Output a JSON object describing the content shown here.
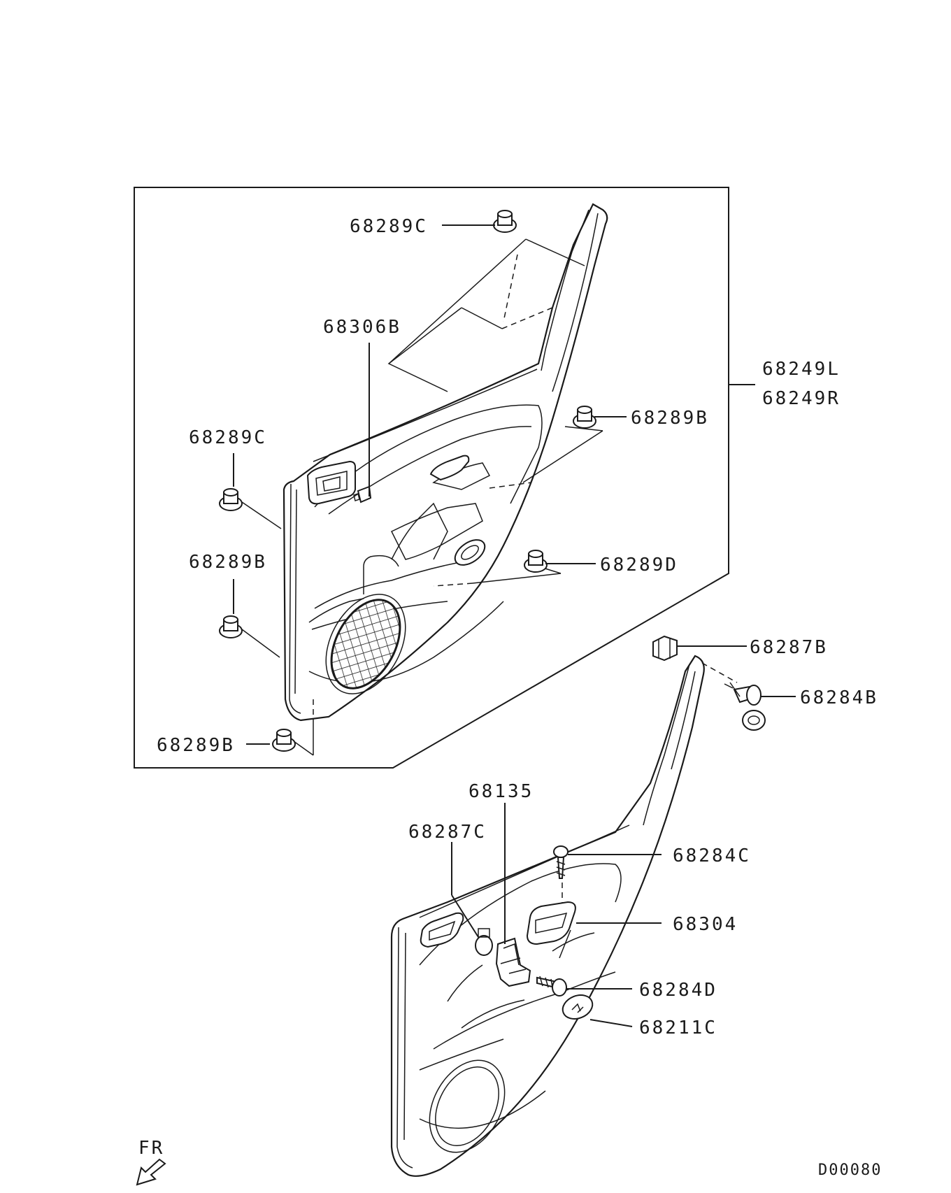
{
  "diagram_id": "D00080",
  "direction_label": "FR",
  "callouts": {
    "c68289C_top": "68289C",
    "c68306B": "68306B",
    "c68249L": "68249L",
    "c68249R": "68249R",
    "c68289B_right": "68289B",
    "c68289C_left": "68289C",
    "c68289B_left": "68289B",
    "c68289D": "68289D",
    "c68289B_bottom": "68289B",
    "c68287B": "68287B",
    "c68284B": "68284B",
    "c68135": "68135",
    "c68287C": "68287C",
    "c68284C": "68284C",
    "c68304": "68304",
    "c68284D": "68284D",
    "c68211C": "68211C"
  }
}
